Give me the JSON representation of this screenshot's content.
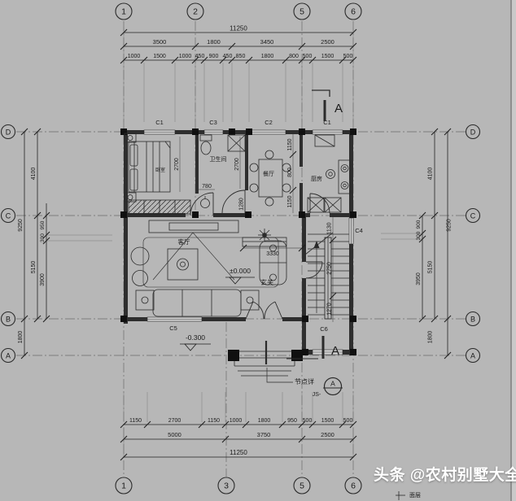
{
  "watermark": {
    "text": "头条 @农村别墅大全",
    "sub": "面层"
  },
  "axes": {
    "top": [
      "1",
      "2",
      "5",
      "6"
    ],
    "bottom": [
      "1",
      "3",
      "5",
      "6"
    ],
    "left": [
      "D",
      "C",
      "B",
      "A"
    ],
    "right": [
      "D",
      "C",
      "B",
      "A"
    ]
  },
  "dims": {
    "top_total": "11250",
    "top_seg": [
      "3500",
      "1800",
      "3450",
      "2500"
    ],
    "top_fine": [
      "1000",
      "1500",
      "1000",
      "450",
      "900",
      "450",
      "850",
      "1800",
      "800",
      "500",
      "1500",
      "500"
    ],
    "bot_fine": [
      "1150",
      "2700",
      "1150",
      "1000",
      "1800",
      "950",
      "500",
      "1500",
      "500"
    ],
    "bot_seg": [
      "5000",
      "3750",
      "2500"
    ],
    "bot_total": "11250",
    "left_outer": [
      "9250",
      "1800"
    ],
    "left_seg": [
      "4100",
      "5150"
    ],
    "left_fine": [
      "950",
      "300",
      "3900"
    ],
    "right_outer": [
      "9250",
      "1800"
    ],
    "right_seg": [
      "4100",
      "5150"
    ],
    "right_fine": [
      "900",
      "300",
      "3950"
    ],
    "inner": {
      "bed_depth": "2700",
      "bed_door": "780",
      "bath_depth": "2700",
      "bath_door": "1280",
      "kitchen_top": "1150",
      "kitchen_door": "800",
      "kitchen_bottom": "1150",
      "stair_top": "1130",
      "stair_run": "2750",
      "stair_bottom": "1270",
      "foyer_width": "3330"
    }
  },
  "windows": {
    "top": [
      "C1",
      "C3",
      "C2",
      "C1"
    ],
    "c5": "C5",
    "c6": "C6",
    "c4": "C4"
  },
  "rooms": {
    "bedroom": "卧室",
    "bathroom": "卫生间",
    "dining": "餐厅",
    "kitchen": "厨房",
    "living": "客厅",
    "foyer": "玄关"
  },
  "levels": {
    "main": "±0.000",
    "porch": "-0.300"
  },
  "section": {
    "cut": "A",
    "detail_title": "节点详",
    "detail_circle": "A",
    "detail_code": "JS-"
  }
}
